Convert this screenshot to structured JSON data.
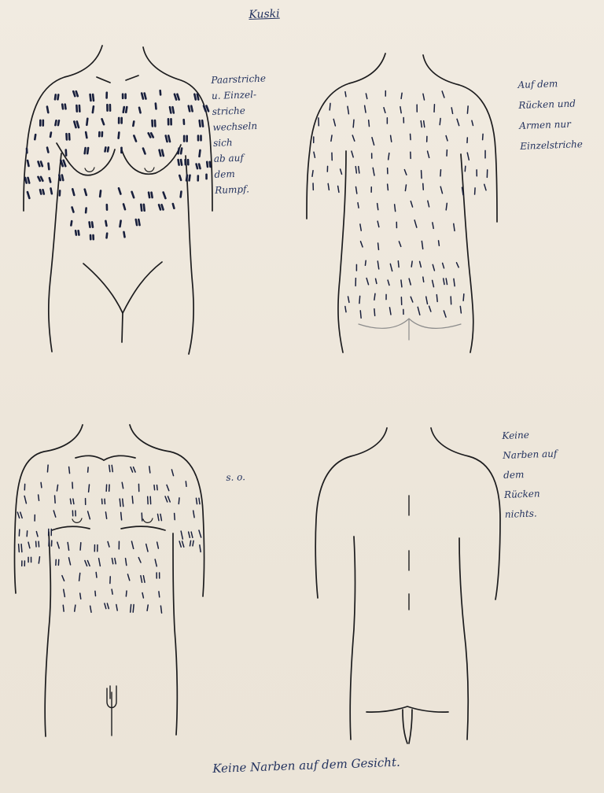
{
  "heading": "Kuski",
  "annotations": {
    "female_front": [
      "Paarstriche",
      "u. Einzel-",
      "striche",
      "wechseln",
      "sich",
      "ab auf",
      "dem",
      "Rumpf."
    ],
    "female_back": [
      "Auf dem",
      "Rücken und",
      "Armen nur",
      "Einzelstriche"
    ],
    "male_front": [
      "s. o."
    ],
    "male_back": [
      "Keine",
      "Narben auf",
      "dem",
      "Rücken",
      "nichts."
    ],
    "bottom": "Keine Narben auf dem Gesicht."
  },
  "colors": {
    "paper": "#efe8dd",
    "ink_drawing": "#1c1c1e",
    "ink_marks": "#181f3c",
    "ink_writing": "#24335f",
    "pencil": "#9a9a9a"
  }
}
